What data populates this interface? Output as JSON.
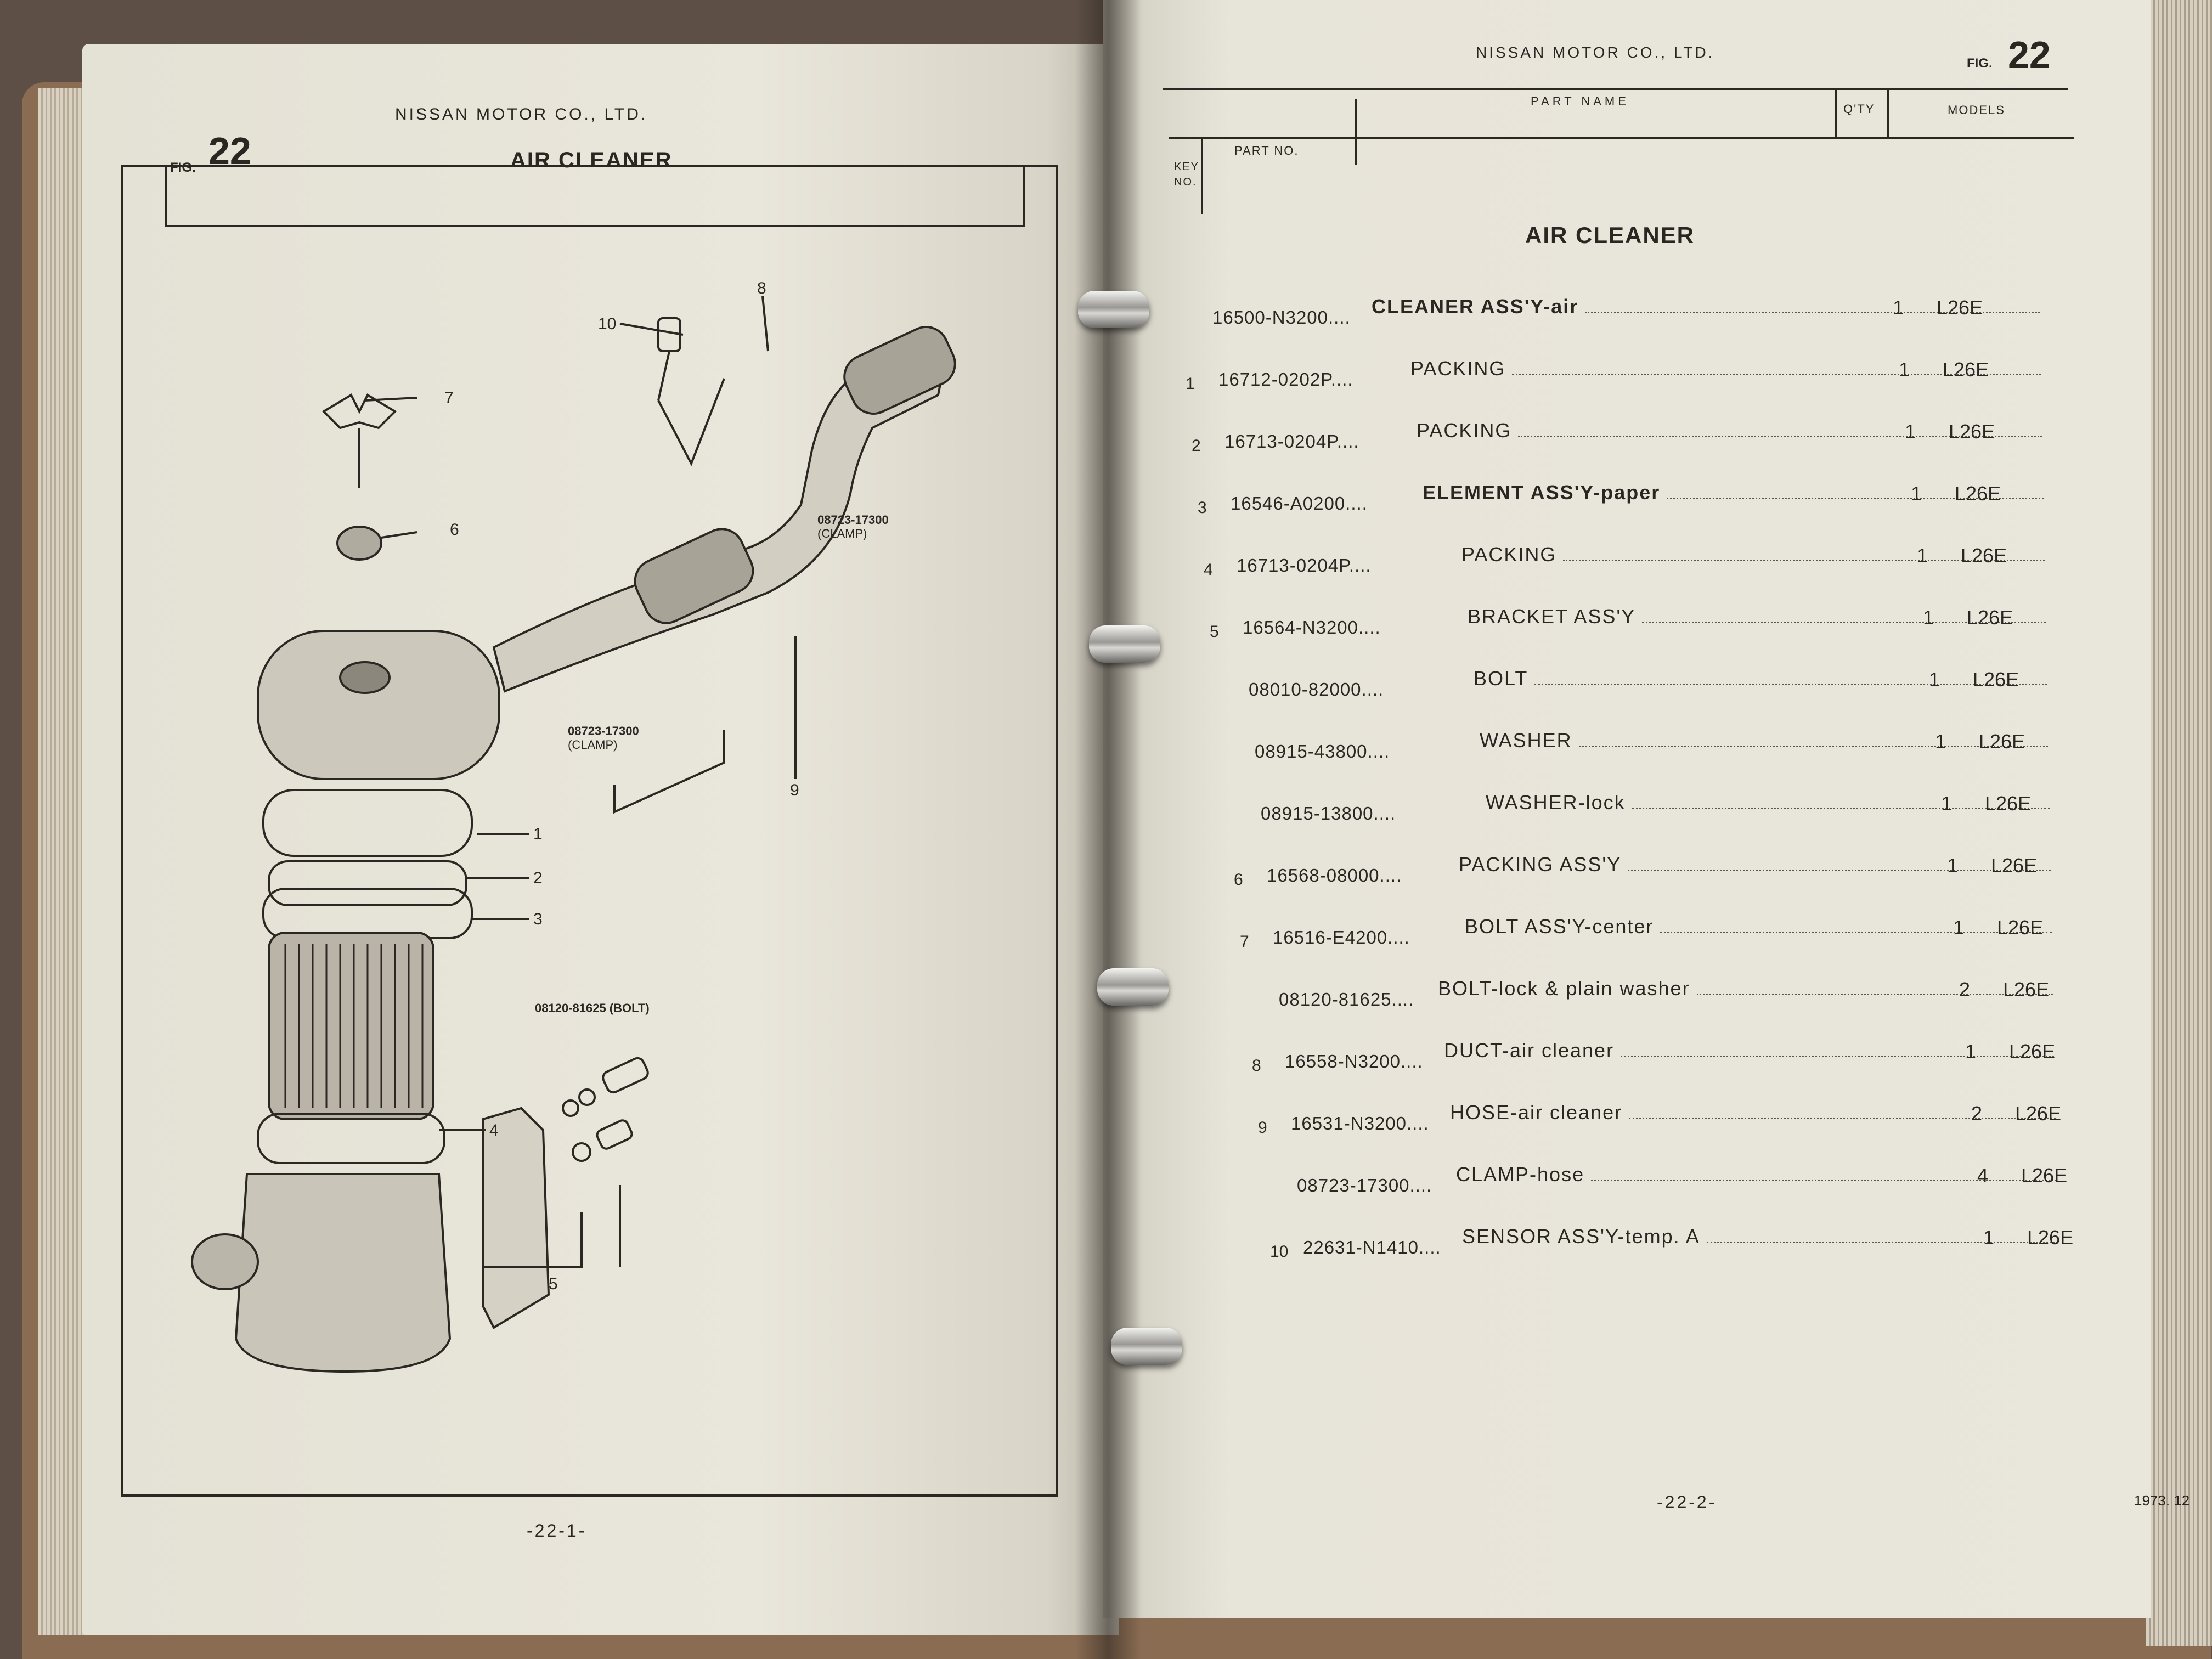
{
  "left_page": {
    "company": "NISSAN MOTOR CO., LTD.",
    "fig_label": "FIG.",
    "fig_number": "22",
    "title": "AIR CLEANER",
    "page_number": "-22-1-",
    "callouts": {
      "c1": "1",
      "c2": "2",
      "c3": "3",
      "c4": "4",
      "c5": "5",
      "c6": "6",
      "c7": "7",
      "c8": "8",
      "c9": "9",
      "c10": "10",
      "clamp_top_pno": "08723-17300",
      "clamp_top_label": "(CLAMP)",
      "clamp_bottom_pno": "08723-17300",
      "clamp_bottom_label": "(CLAMP)",
      "bolt_label": "08120-81625 (BOLT)"
    }
  },
  "right_page": {
    "company": "NISSAN MOTOR CO., LTD.",
    "fig_label": "FIG.",
    "fig_number": "22",
    "columns": {
      "key_no_1": "KEY",
      "key_no_2": "NO.",
      "part_no": "PART NO.",
      "part_name": "PART NAME",
      "qty": "Q'TY",
      "models": "MODELS"
    },
    "title": "AIR CLEANER",
    "page_number": "-22-2-",
    "date": "1973. 12",
    "parts": [
      {
        "key": "",
        "part_no": "16500-N3200....",
        "name": "CLEANER ASS'Y-air",
        "qty": "1",
        "model": "L26E",
        "bold": true,
        "indent": 0
      },
      {
        "key": "1",
        "part_no": "16712-0202P....",
        "name": "PACKING",
        "qty": "1",
        "model": "L26E",
        "bold": false,
        "indent": 1
      },
      {
        "key": "2",
        "part_no": "16713-0204P....",
        "name": "PACKING",
        "qty": "1",
        "model": "L26E",
        "bold": false,
        "indent": 1
      },
      {
        "key": "3",
        "part_no": "16546-A0200....",
        "name": "ELEMENT ASS'Y-paper",
        "qty": "1",
        "model": "L26E",
        "bold": true,
        "indent": 1
      },
      {
        "key": "4",
        "part_no": "16713-0204P....",
        "name": "PACKING",
        "qty": "1",
        "model": "L26E",
        "bold": false,
        "indent": 2
      },
      {
        "key": "5",
        "part_no": "16564-N3200....",
        "name": "BRACKET ASS'Y",
        "qty": "1",
        "model": "L26E",
        "bold": false,
        "indent": 2
      },
      {
        "key": "",
        "part_no": "08010-82000....",
        "name": "BOLT",
        "qty": "1",
        "model": "L26E",
        "bold": false,
        "indent": 2
      },
      {
        "key": "",
        "part_no": "08915-43800....",
        "name": "WASHER",
        "qty": "1",
        "model": "L26E",
        "bold": false,
        "indent": 2
      },
      {
        "key": "",
        "part_no": "08915-13800....",
        "name": "WASHER-lock",
        "qty": "1",
        "model": "L26E",
        "bold": false,
        "indent": 2
      },
      {
        "key": "6",
        "part_no": "16568-08000....",
        "name": "PACKING ASS'Y",
        "qty": "1",
        "model": "L26E",
        "bold": false,
        "indent": 1
      },
      {
        "key": "7",
        "part_no": "16516-E4200....",
        "name": "BOLT ASS'Y-center",
        "qty": "1",
        "model": "L26E",
        "bold": false,
        "indent": 1
      },
      {
        "key": "",
        "part_no": "08120-81625....",
        "name": "BOLT-lock & plain washer",
        "qty": "2",
        "model": "L26E",
        "bold": false,
        "indent": 0
      },
      {
        "key": "8",
        "part_no": "16558-N3200....",
        "name": "DUCT-air cleaner",
        "qty": "1",
        "model": "L26E",
        "bold": false,
        "indent": 0
      },
      {
        "key": "9",
        "part_no": "16531-N3200....",
        "name": "HOSE-air cleaner",
        "qty": "2",
        "model": "L26E",
        "bold": false,
        "indent": 0
      },
      {
        "key": "",
        "part_no": "08723-17300....",
        "name": "CLAMP-hose",
        "qty": "4",
        "model": "L26E",
        "bold": false,
        "indent": 0
      },
      {
        "key": "10",
        "part_no": "22631-N1410....",
        "name": "SENSOR ASS'Y-temp. A",
        "qty": "1",
        "model": "L26E",
        "bold": false,
        "indent": 0
      }
    ]
  }
}
